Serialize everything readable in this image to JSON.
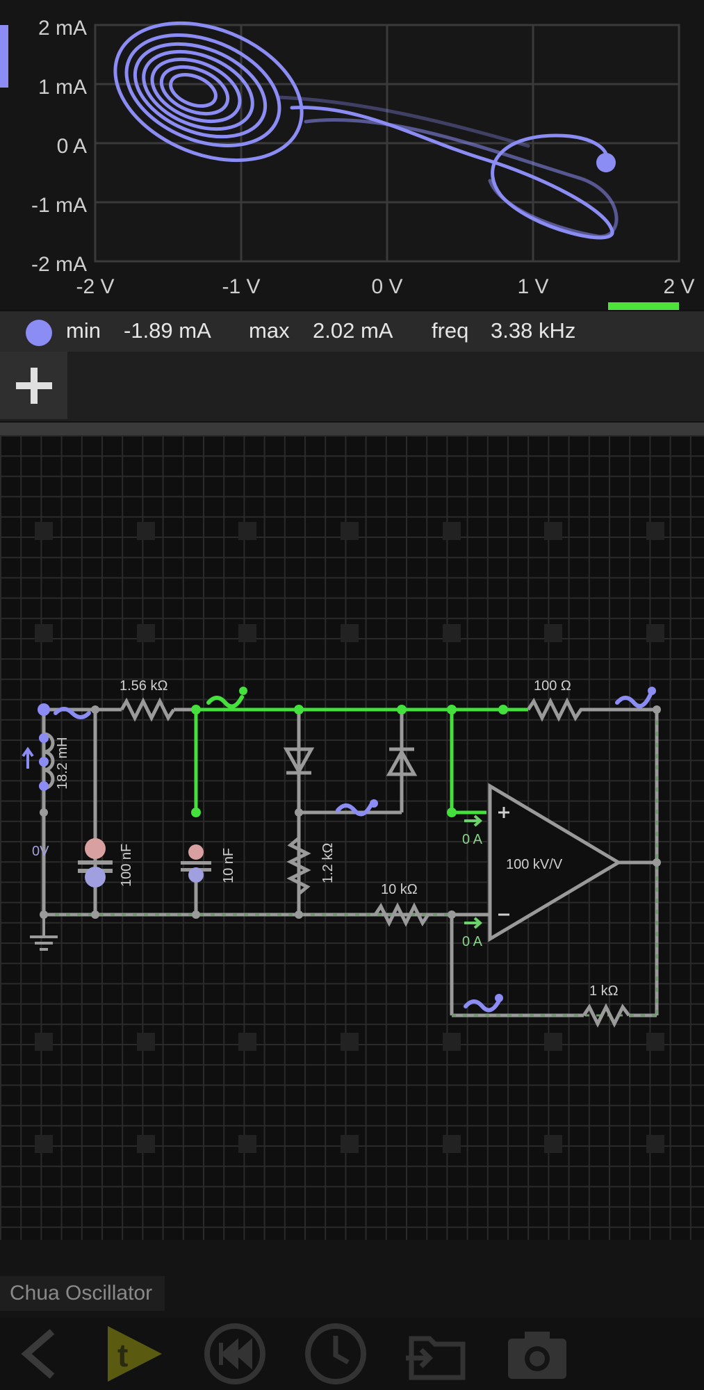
{
  "scope": {
    "y_ticks": [
      "2 mA",
      "1 mA",
      "0 A",
      "-1 mA",
      "-2 mA"
    ],
    "x_ticks": [
      "-2 V",
      "-1 V",
      "0 V",
      "1 V",
      "2 V"
    ],
    "trace_color": "#8c8cf5",
    "range_indicator_color": "#4ee23a"
  },
  "measurement": {
    "min_label": "min",
    "min_value": "-1.89 mA",
    "max_label": "max",
    "max_value": "2.02 mA",
    "freq_label": "freq",
    "freq_value": "3.38 kHz"
  },
  "add_button_icon": "plus-icon",
  "circuit": {
    "inductor_label": "18.2 mH",
    "node_voltage_label": "0V",
    "r1_label": "1.56 kΩ",
    "c1_label": "100 nF",
    "c2_label": "10 nF",
    "r2_label": "1.2 kΩ",
    "r3_label": "10 kΩ",
    "r4_label": "100 Ω",
    "r5_label": "1 kΩ",
    "opamp_gain_label": "100 kV/V",
    "opamp_plus_current": "0 A",
    "opamp_minus_current": "0 A",
    "active_wire_color": "#44e03c",
    "probe_color": "#8c8cf5"
  },
  "footer": {
    "circuit_name": "Chua Oscillator",
    "toolbar_icons": [
      "back-icon",
      "play-icon",
      "rewind-icon",
      "clock-icon",
      "open-folder-icon",
      "camera-icon"
    ]
  }
}
